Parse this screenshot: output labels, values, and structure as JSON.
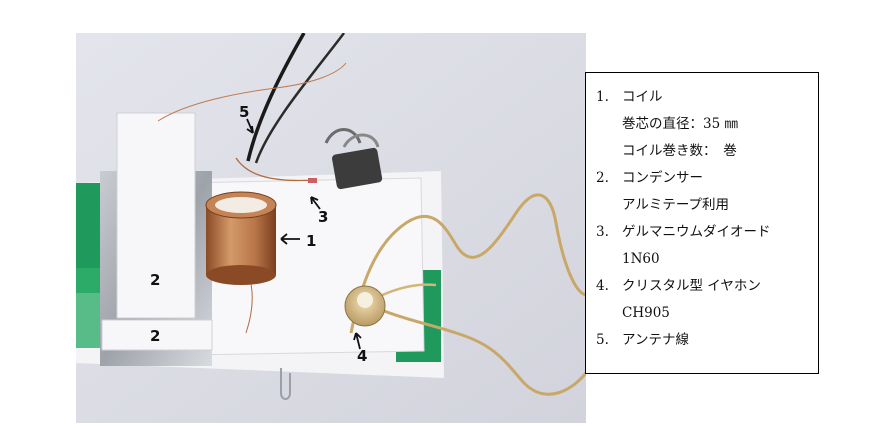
{
  "figure": {
    "callouts": [
      "1",
      "2",
      "2",
      "3",
      "4",
      "5"
    ]
  },
  "legend": {
    "items": [
      {
        "num": "1.",
        "title": "コイル",
        "details": [
          "巻芯の直径：35 ㎜",
          "コイル巻き数：　巻"
        ]
      },
      {
        "num": "2.",
        "title": "コンデンサー",
        "details": [
          "アルミテープ利用"
        ]
      },
      {
        "num": "3.",
        "title": "ゲルマニウムダイオード",
        "details": [
          "1N60"
        ]
      },
      {
        "num": "4.",
        "title": "クリスタル型 イヤホン",
        "details": [
          "CH905"
        ]
      },
      {
        "num": "5.",
        "title": "アンテナ線",
        "details": []
      }
    ]
  },
  "colors": {
    "background_paper": "#dcdde5",
    "green_board": "#1f9a5c",
    "coil_copper": "#b87548",
    "wire_yarn": "#c8a868"
  }
}
